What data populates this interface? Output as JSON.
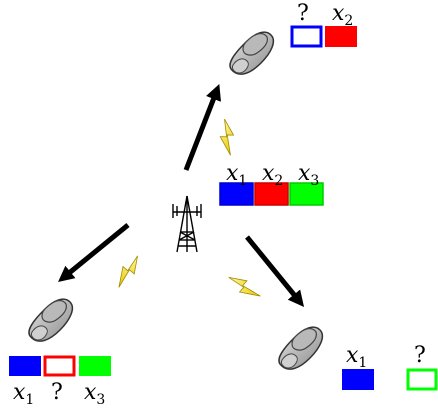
{
  "base_station": {
    "icon": "cell-tower-icon"
  },
  "transmit": {
    "labels": [
      {
        "var": "x",
        "sub": "1"
      },
      {
        "var": "x",
        "sub": "2"
      },
      {
        "var": "x",
        "sub": "3"
      }
    ],
    "colors": [
      "#0000ff",
      "#ff0000",
      "#00ff00"
    ]
  },
  "users": [
    {
      "name": "top",
      "icon": "mobile-phone-icon",
      "labels": [
        "?",
        {
          "var": "x",
          "sub": "2"
        }
      ],
      "colors": [
        "#0000ff",
        "#ff0000"
      ],
      "filled": [
        false,
        true
      ]
    },
    {
      "name": "left",
      "icon": "mobile-phone-icon",
      "labels": [
        {
          "var": "x",
          "sub": "1"
        },
        "?",
        {
          "var": "x",
          "sub": "3"
        }
      ],
      "colors": [
        "#0000ff",
        "#ff0000",
        "#00ff00"
      ],
      "filled": [
        true,
        false,
        true
      ]
    },
    {
      "name": "right",
      "icon": "mobile-phone-icon",
      "labels": [
        {
          "var": "x",
          "sub": "1"
        },
        "?"
      ],
      "colors": [
        "#0000ff",
        "#00ff00"
      ],
      "filled": [
        true,
        false
      ]
    }
  ],
  "links": [
    {
      "icon": "lightning-bolt-icon",
      "arrow": "arrow-icon"
    },
    {
      "icon": "lightning-bolt-icon",
      "arrow": "arrow-icon"
    },
    {
      "icon": "lightning-bolt-icon",
      "arrow": "arrow-icon"
    }
  ]
}
